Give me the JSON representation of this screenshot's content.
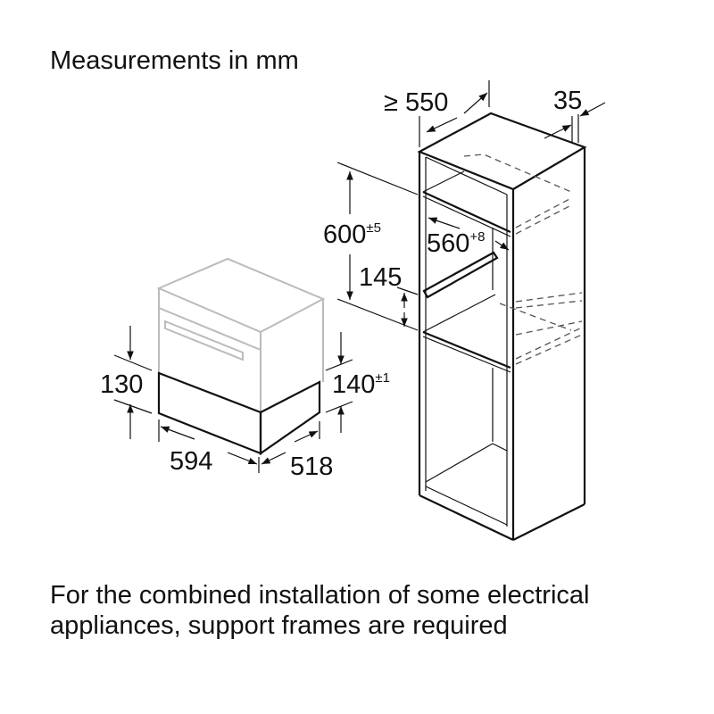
{
  "title": "Measurements in mm",
  "caption": "For the combined installation of some electrical appliances, support frames are required",
  "dimensions": {
    "cabinet_depth": "≥ 550",
    "panel_thickness": "35",
    "niche_height": "600",
    "niche_height_tol": "±5",
    "niche_width": "560",
    "niche_width_tol": "+8",
    "gap_height": "145",
    "drawer_height": "130",
    "drawer_niche_height": "140",
    "drawer_niche_tol": "±1",
    "drawer_width": "594",
    "drawer_depth": "518"
  }
}
